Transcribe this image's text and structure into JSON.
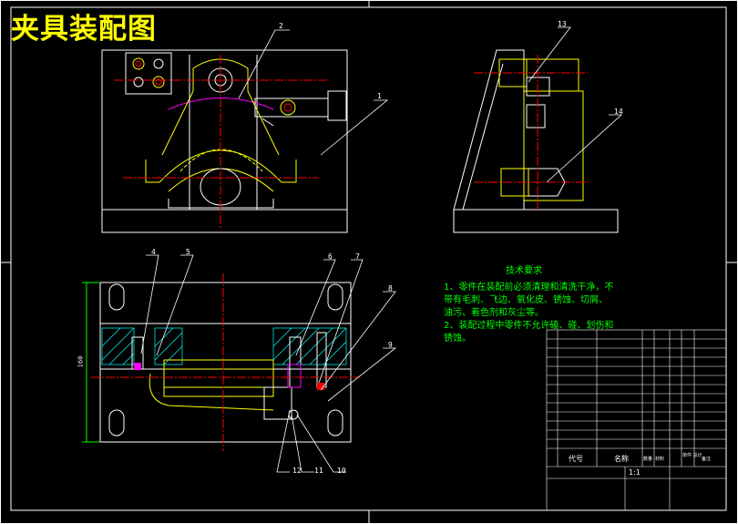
{
  "drawing": {
    "title": "夹具装配图",
    "scale": "1:1"
  },
  "tech_requirements": {
    "heading": "技术要求",
    "lines": [
      "1、零件在装配前必须清理和清洗干净，不",
      "带有毛刺、飞边、氧化皮、锈蚀、切屑、",
      "油污、着色剂和灰尘等。",
      "2、装配过程中零件不允许磕、碰、划伤和",
      "锈蚀。"
    ]
  },
  "part_labels": {
    "p1": "1",
    "p2": "2",
    "p4": "4",
    "p5": "5",
    "p6": "6",
    "p7": "7",
    "p8": "8",
    "p9": "9",
    "p10": "10",
    "p11": "11",
    "p12": "12",
    "p13": "13",
    "p14": "14"
  },
  "dimension": {
    "height_value": "160"
  },
  "title_block": {
    "header_code": "代号",
    "header_name": "名称",
    "header_qty": "数量",
    "header_material": "材料",
    "header_weight": "单件 总计",
    "header_remark": "备注"
  },
  "colors": {
    "background": "#000000",
    "outline": "#ffffff",
    "part": "#ffff00",
    "centerline": "#ff0000",
    "leader": "#00ffff",
    "hatch": "#00ffff",
    "tech_text": "#00ff00",
    "bolt": "#ff00ff"
  }
}
